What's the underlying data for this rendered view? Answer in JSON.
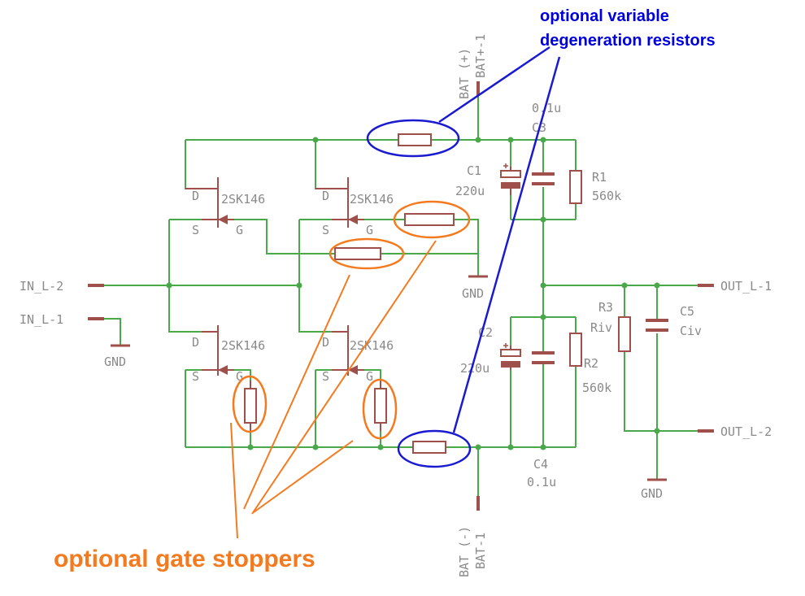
{
  "labels": {
    "bat_pos": "BAT (+)",
    "bat_pos_net": "BAT+-1",
    "bat_neg": "BAT (-)",
    "bat_neg_net": "BAT-1",
    "c3_value": "0.1u",
    "c3_name": "C3",
    "c1_name": "C1",
    "c1_value": "220u",
    "r1_name": "R1",
    "r1_value": "560k",
    "c2_name": "C2",
    "c2_value": "220u",
    "r2_name": "R2",
    "r2_value": "560k",
    "r3_name": "R3",
    "r3_value": "Riv",
    "c5_name": "C5",
    "c5_value": "Civ",
    "c4_name": "C4",
    "c4_value": "0.1u",
    "q1_name": "2SK146",
    "q2_name": "2SK146",
    "q3_name": "2SK146",
    "q4_name": "2SK146",
    "pin_d": "D",
    "pin_s": "S",
    "pin_g": "G",
    "in_l2": "IN_L-2",
    "in_l1": "IN_L-1",
    "out_l1": "OUT_L-1",
    "out_l2": "OUT_L-2",
    "gnd": "GND"
  },
  "annotations": {
    "blue_line1": "optional variable",
    "blue_line2": "degeneration resistors",
    "orange": "optional gate stoppers"
  },
  "colors": {
    "wire": "#4aa84a",
    "component": "#a0504a",
    "label": "#8a8a8a",
    "annotation_blue": "#0000dd",
    "annotation_orange": "#f47a1f"
  }
}
